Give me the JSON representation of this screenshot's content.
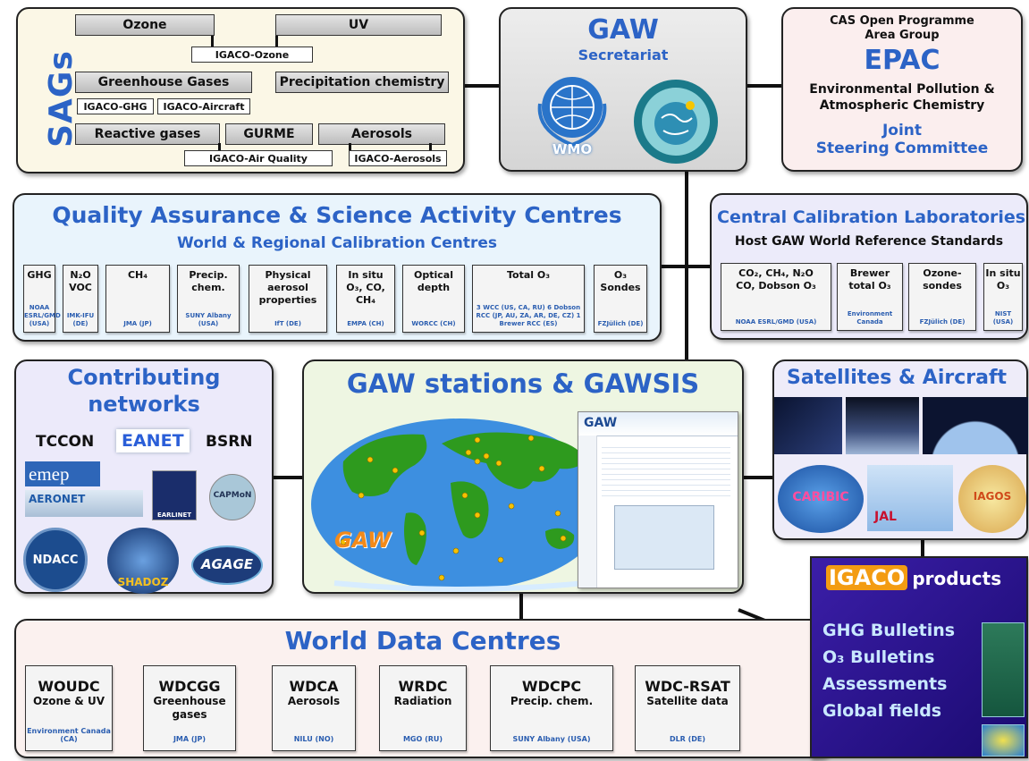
{
  "sags": {
    "title": "SAGs",
    "ozone": "Ozone",
    "uv": "UV",
    "igaco_ozone": "IGACO-Ozone",
    "ghg": "Greenhouse Gases",
    "precip": "Precipitation chemistry",
    "igaco_ghg": "IGACO-GHG",
    "igaco_aircraft": "IGACO-Aircraft",
    "reactive": "Reactive gases",
    "gurme": "GURME",
    "aerosols": "Aerosols",
    "igaco_aq": "IGACO-Air Quality",
    "igaco_aerosols": "IGACO-Aerosols"
  },
  "secretariat": {
    "title": "GAW",
    "subtitle": "Secretariat",
    "wmo": "WMO"
  },
  "epac": {
    "line1": "CAS Open Programme",
    "line2": "Area Group",
    "acronym": "EPAC",
    "line3": "Environmental Pollution &",
    "line4": "Atmospheric Chemistry",
    "line5": "Joint",
    "line6": "Steering Committee"
  },
  "qa": {
    "title": "Quality Assurance & Science Activity Centres",
    "subtitle": "World & Regional Calibration Centres",
    "boxes": [
      {
        "t1": "GHG",
        "t2": "",
        "s": "NOAA ESRL/GMD (USA)"
      },
      {
        "t1": "N₂O",
        "t2": "VOC",
        "s": "IMK-IFU (DE)"
      },
      {
        "t1": "CH₄",
        "t2": "",
        "s": "JMA (JP)"
      },
      {
        "t1": "Precip.",
        "t2": "chem.",
        "s": "SUNY Albany (USA)"
      },
      {
        "t1": "Physical",
        "t2": "aerosol properties",
        "s": "IfT (DE)"
      },
      {
        "t1": "In situ",
        "t2": "O₃, CO, CH₄",
        "s": "EMPA (CH)"
      },
      {
        "t1": "Optical",
        "t2": "depth",
        "s": "WORCC (CH)"
      },
      {
        "t1": "Total O₃",
        "t2": "",
        "s": "3 WCC (US, CA, RU) 6 Dobson RCC (JP, AU, ZA, AR, DE, CZ) 1 Brewer RCC (ES)"
      },
      {
        "t1": "O₃",
        "t2": "Sondes",
        "s": "FZJülich (DE)"
      }
    ]
  },
  "ccl": {
    "title": "Central Calibration Laboratories",
    "subtitle": "Host GAW World Reference Standards",
    "boxes": [
      {
        "t1": "CO₂, CH₄, N₂O",
        "t2": "CO, Dobson O₃",
        "s": "NOAA ESRL/GMD (USA)"
      },
      {
        "t1": "Brewer",
        "t2": "total O₃",
        "s": "Environment Canada"
      },
      {
        "t1": "Ozone-",
        "t2": "sondes",
        "s": "FZJülich (DE)"
      },
      {
        "t1": "In situ",
        "t2": "O₃",
        "s": "NIST (USA)"
      }
    ]
  },
  "contrib": {
    "title1": "Contributing",
    "title2": "networks",
    "n1": "TCCON",
    "n2": "EANET",
    "n3": "BSRN",
    "n4": "emep",
    "n5": "AERONET",
    "n6": "EARLINET",
    "n7": "CAPMoN",
    "n8": "NDACC",
    "n9": "SHADOZ",
    "n10": "AGAGE"
  },
  "stations": {
    "title": "GAW stations & GAWSIS",
    "map_label": "GAW",
    "gawsis_label": "GAW"
  },
  "sat": {
    "title": "Satellites & Aircraft",
    "l1": "CARIBIC",
    "l2": "JAL",
    "l3": "IAGOS"
  },
  "igaco": {
    "brand": "IGACO",
    "title": "products",
    "items": [
      "GHG Bulletins",
      "O₃ Bulletins",
      "Assessments",
      "Global fields"
    ]
  },
  "wdc": {
    "title": "World Data Centres",
    "boxes": [
      {
        "t1": "WOUDC",
        "t2": "Ozone & UV",
        "s": "Environment Canada (CA)"
      },
      {
        "t1": "WDCGG",
        "t2": "Greenhouse gases",
        "s": "JMA (JP)"
      },
      {
        "t1": "WDCA",
        "t2": "Aerosols",
        "s": "NILU (NO)"
      },
      {
        "t1": "WRDC",
        "t2": "Radiation",
        "s": "MGO (RU)"
      },
      {
        "t1": "WDCPC",
        "t2": "Precip. chem.",
        "s": "SUNY Albany (USA)"
      },
      {
        "t1": "WDC-RSAT",
        "t2": "Satellite data",
        "s": "DLR (DE)"
      }
    ]
  },
  "colors": {
    "accent_blue": "#2c63c6",
    "igaco_purple": "#3b1ea8",
    "igaco_orange": "#f39c12"
  }
}
